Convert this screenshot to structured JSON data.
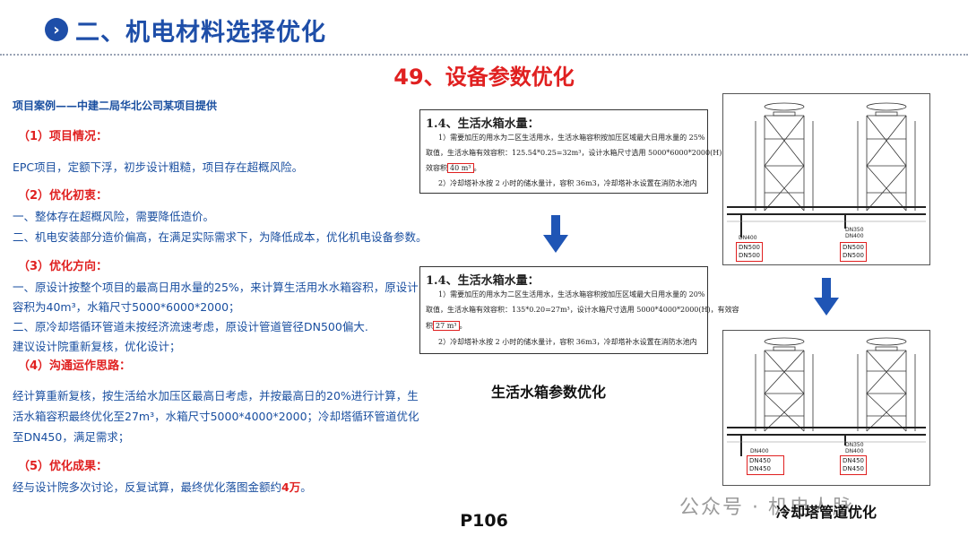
{
  "header": {
    "icon": "chevron-right-circle-icon",
    "title": "二、机电材料选择优化"
  },
  "subtitle": "49、设备参数优化",
  "left": {
    "case_title": "项目案例——中建二局华北公司某项目提供",
    "sec1_title": "（1）项目情况：",
    "sec1_body": "EPC项目，定额下浮，初步设计粗糙，项目存在超概风险。",
    "sec2_title": "（2）优化初衷：",
    "sec2_line1": "一、整体存在超概风险，需要降低造价。",
    "sec2_line2": "二、机电安装部分造价偏高，在满足实际需求下，为降低成本，优化机电设备参数。",
    "sec3_title": "（3）优化方向：",
    "sec3_line1": "一、原设计按整个项目的最高日用水量的25%，来计算生活用水水箱容积，原设计",
    "sec3_line2": "容积为40m³，水箱尺寸5000*6000*2000；",
    "sec3_line3": "二、原冷却塔循环管道未按经济流速考虑，原设计管道管径DN500偏大.",
    "sec3_line4": "建议设计院重新复核，优化设计；",
    "sec4_title": "（4）沟通运作思路：",
    "sec4_line1": "经计算重新复核，按生活给水加压区最高日考虑，并按最高日的20%进行计算，生",
    "sec4_line2": "活水箱容积最终优化至27m³，水箱尺寸5000*4000*2000；冷却塔循环管道优化",
    "sec4_line3": "至DN450，满足需求；",
    "sec5_title": "（5）优化成果：",
    "sec5_body_pre": "经与设计院多次讨论，反复试算，最终优化落图金额约",
    "sec5_body_amount": "4万",
    "sec5_body_post": "。"
  },
  "doc1": {
    "heading": "1.4、生活水箱水量：",
    "line1": "1）需要加压的用水为二区生活用水，生活水箱容积按加压区域最大日用水量的 25%",
    "line2": "取值，生活水箱有效容积：125.54*0.25=32m³，设计水箱尺寸选用 5000*6000*2000(H)，有",
    "line3_pre": "效容积",
    "line3_box": "40 m³",
    "line3_post": "。",
    "line4": "2）冷却塔补水按 2 小时的储水量计，容积 36m3，冷却塔补水设置在消防水池内"
  },
  "doc2": {
    "heading": "1.4、生活水箱水量：",
    "line1": "1）需要加压的用水为二区生活用水，生活水箱容积按加压区域最大日用水量的 20%",
    "line2": "取值，生活水箱有效容积：135*0.20=27m³，设计水箱尺寸选用 5000*4000*2000(H)，有效容",
    "line3_pre": "积",
    "line3_box": "27 m³",
    "line3_post": "。",
    "line4": "2）冷却塔补水按 2 小时的储水量计，容积 36m3，冷却塔补水设置在消防水池内"
  },
  "caption_water": "生活水箱参数优化",
  "caption_cooling": "冷却塔管道优化",
  "diagram_top": {
    "label_left_small": "DN400",
    "label_left_1": "DN500",
    "label_left_2": "DN500",
    "label_right_small": "DN350",
    "label_right_small2": "DN400",
    "label_right_1": "DN500",
    "label_right_2": "DN500"
  },
  "diagram_bottom": {
    "label_left_small": "DN400",
    "label_left_1": "DN450",
    "label_left_2": "DN450",
    "label_right_small": "DN350",
    "label_right_small2": "DN400",
    "label_right_1": "DN450",
    "label_right_2": "DN450"
  },
  "page_number": "P106",
  "watermark": "公众号 · 机电人脉",
  "colors": {
    "brand_blue": "#1e4ea8",
    "accent_red": "#e02020",
    "arrow_blue": "#1f55b5"
  }
}
